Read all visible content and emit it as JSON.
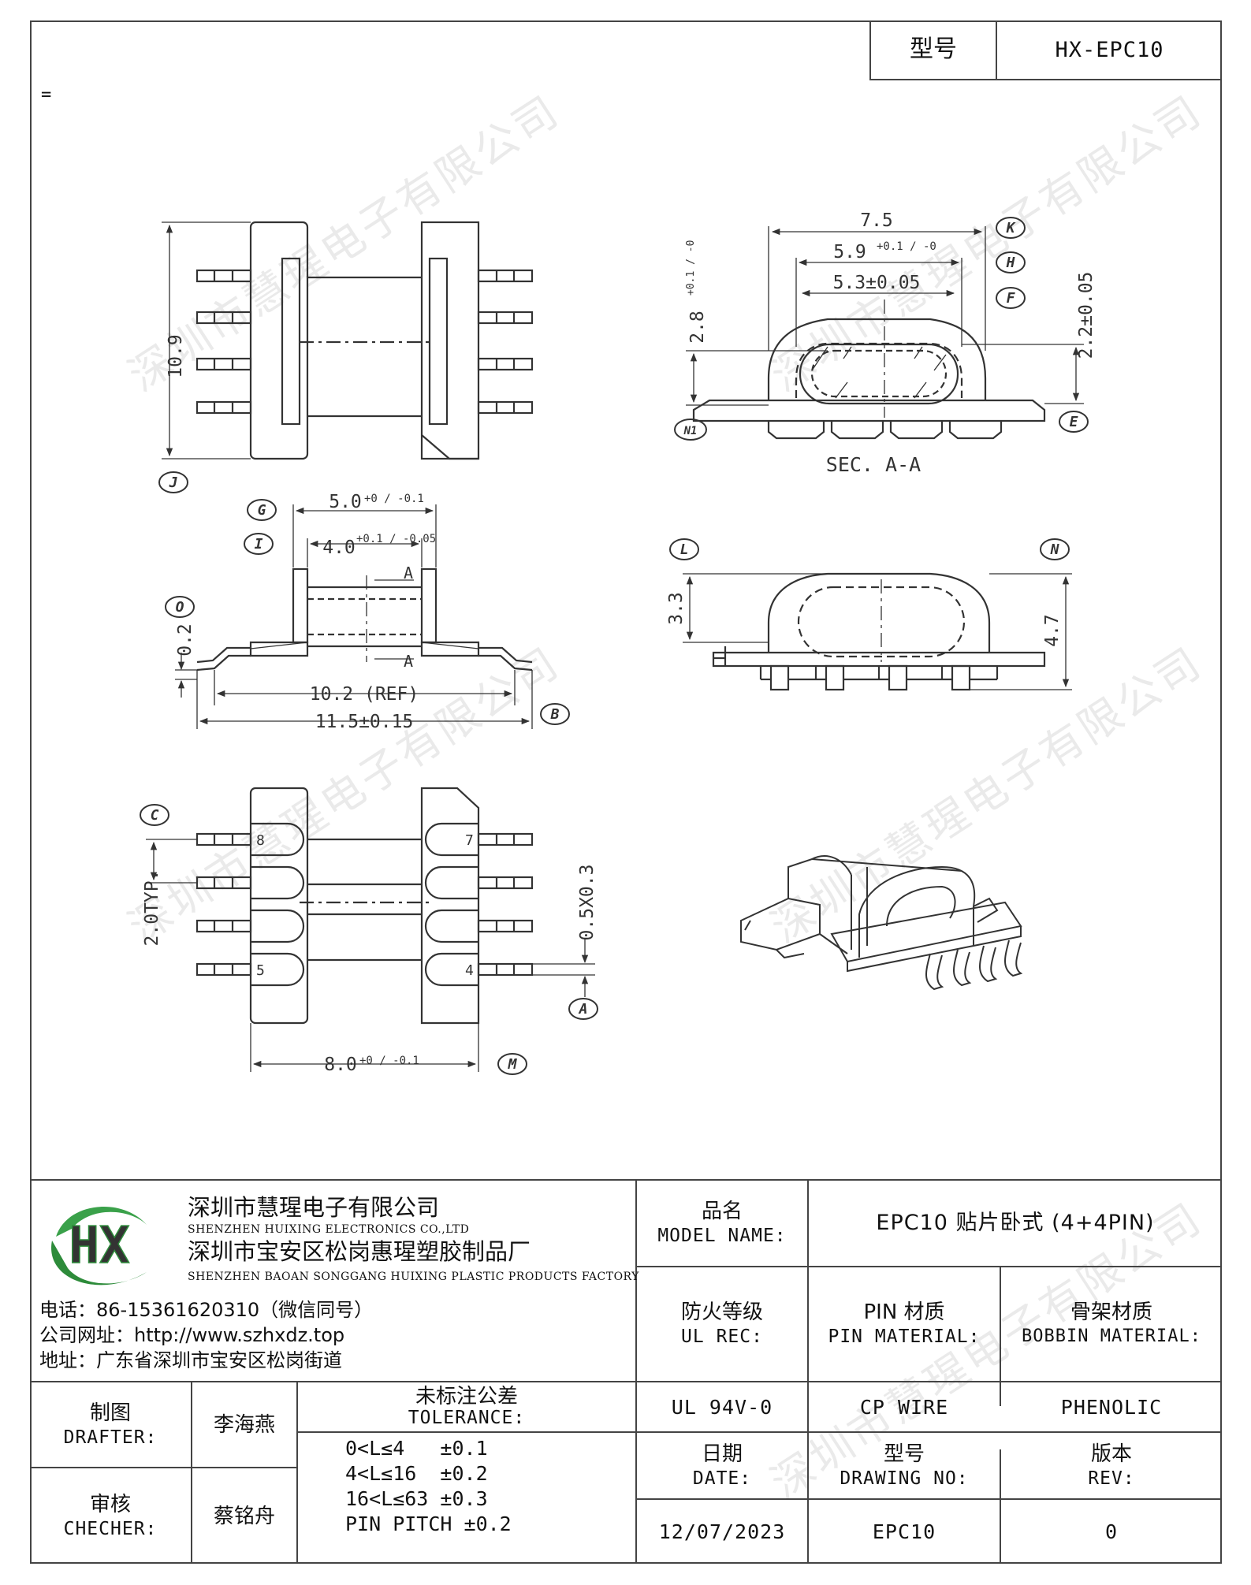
{
  "header": {
    "model_label": "型号",
    "model_value": "HX-EPC10",
    "corner_mark": "="
  },
  "drawing": {
    "dims": {
      "top_height": "10.9",
      "sec_w_75": "7.5",
      "sec_w_59": "5.9",
      "sec_w_59_tol": "+0.1 / -0",
      "sec_w_53": "5.3±0.05",
      "sec_h_28": "2.8",
      "sec_h_28_tol": "+0.1 / -0",
      "sec_h_22": "2.2±0.05",
      "sec_label": "SEC. A-A",
      "side_w_50": "5.0",
      "side_w_50_tol": "+0 / -0.1",
      "side_w_40": "4.0",
      "side_w_40_tol": "+0.1 / -0.05",
      "side_h_02": "0.2",
      "side_ref": "10.2 (REF)",
      "side_total": "11.5±0.15",
      "section_mark": "A",
      "front_h_33": "3.3",
      "front_h_47": "4.7",
      "bot_pitch": "2.0TYP.",
      "bot_pin": "0.5X0.3",
      "bot_w_80": "8.0",
      "bot_w_80_tol": "+0 / -0.1",
      "pin_8": "8",
      "pin_7": "7",
      "pin_5": "5",
      "pin_4": "4"
    },
    "callouts": {
      "J": "J",
      "K": "K",
      "H": "H",
      "F": "F",
      "N1": "N1",
      "E": "E",
      "G": "G",
      "I": "I",
      "O": "O",
      "B": "B",
      "L": "L",
      "N": "N",
      "C": "C",
      "A": "A",
      "M": "M"
    }
  },
  "watermark": "深圳市慧瑆电子有限公司",
  "company": {
    "name_cn": "深圳市慧瑆电子有限公司",
    "name_en": "SHENZHEN HUIXING ELECTRONICS CO.,LTD",
    "factory_cn": "深圳市宝安区松岗惠瑆塑胶制品厂",
    "factory_en": "SHENZHEN BAOAN SONGGANG HUIXING PLASTIC PRODUCTS FACTORY",
    "phone": "电话：86-15361620310（微信同号）",
    "website": "公司网址：http://www.szhxdz.top",
    "address": "地址：广东省深圳市宝安区松岗街道",
    "logo_text": "HX"
  },
  "title_block": {
    "model_name_cn": "品名",
    "model_name_en": "MODEL NAME:",
    "model_name_value": "EPC10 贴片卧式 (4+4PIN)",
    "ul_cn": "防火等级",
    "ul_en": "UL REC:",
    "ul_value": "UL 94V-0",
    "pin_mat_cn": "PIN 材质",
    "pin_mat_en": "PIN MATERIAL:",
    "pin_mat_value": "CP WIRE",
    "bobbin_cn": "骨架材质",
    "bobbin_en": "BOBBIN MATERIAL:",
    "bobbin_value": "PHENOLIC",
    "drafter_cn": "制图",
    "drafter_en": "DRAFTER:",
    "drafter_value": "李海燕",
    "checker_cn": "审核",
    "checker_en": "CHECHER:",
    "checker_value": "蔡铭舟",
    "tol_cn": "未标注公差",
    "tol_en": "TOLERANCE:",
    "tol_rows": [
      "0<L≤4   ±0.1",
      "4<L≤16  ±0.2",
      "16<L≤63 ±0.3",
      "PIN PITCH ±0.2"
    ],
    "date_cn": "日期",
    "date_en": "DATE:",
    "date_value": "12/07/2023",
    "drawing_no_cn": "型号",
    "drawing_no_en": "DRAWING NO:",
    "drawing_no_value": "EPC10",
    "rev_cn": "版本",
    "rev_en": "REV:",
    "rev_value": "0"
  }
}
